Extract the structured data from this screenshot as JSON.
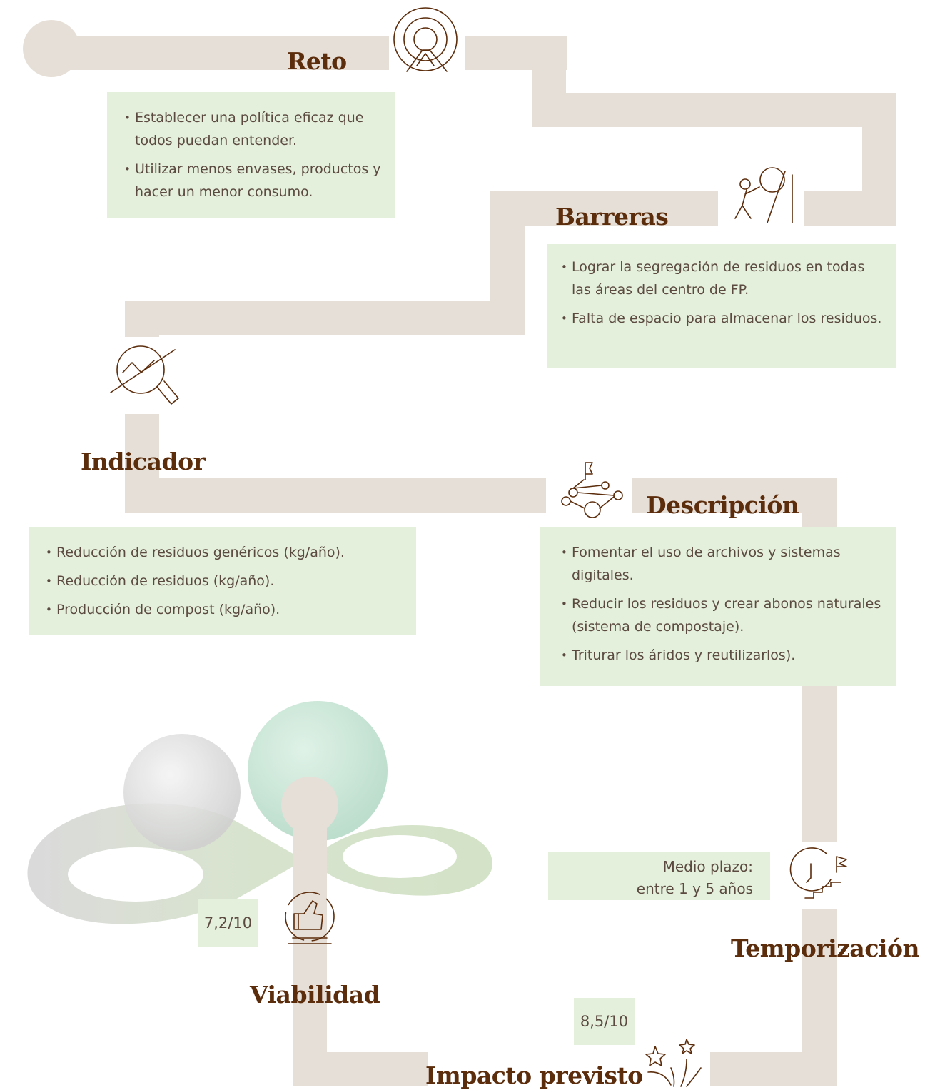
{
  "colors": {
    "path": "#e6dfd7",
    "box": "#e4efdc",
    "title": "#5c2d0c",
    "text": "#5b4a3f"
  },
  "steps": {
    "reto": {
      "title": "Reto",
      "icon": "target-hands-icon",
      "items": [
        "Establecer una política eficaz que todos puedan entender.",
        "Utilizar menos envases, productos y hacer un menor consumo."
      ]
    },
    "barreras": {
      "title": "Barreras",
      "icon": "person-pushing-boulder-icon",
      "items": [
        "Lograr la segregación de residuos en todas las áreas del centro de FP.",
        "Falta de espacio para almacenar los residuos."
      ]
    },
    "indicador": {
      "title": "Indicador",
      "icon": "magnifier-chart-icon",
      "items": [
        "Reducción de residuos genéricos (kg/año).",
        "Reducción de residuos (kg/año).",
        "Producción de compost (kg/año)."
      ]
    },
    "descripcion": {
      "title": "Descripción",
      "icon": "network-flag-icon",
      "items": [
        "Fomentar el uso de archivos y sistemas digitales.",
        "Reducir los residuos y crear abonos naturales (sistema de compostaje).",
        "Triturar los áridos y reutilizarlos)."
      ]
    },
    "temporizacion": {
      "title": "Temporización",
      "icon": "clock-stairs-flag-icon",
      "lines": [
        "Medio plazo:",
        "entre 1 y 5 años"
      ]
    },
    "impacto": {
      "title": "Impacto previsto",
      "icon": "stars-fireworks-icon",
      "score": "8,5/10"
    },
    "viabilidad": {
      "title": "Viabilidad",
      "icon": "thumbs-up-icon",
      "score": "7,2/10"
    }
  }
}
